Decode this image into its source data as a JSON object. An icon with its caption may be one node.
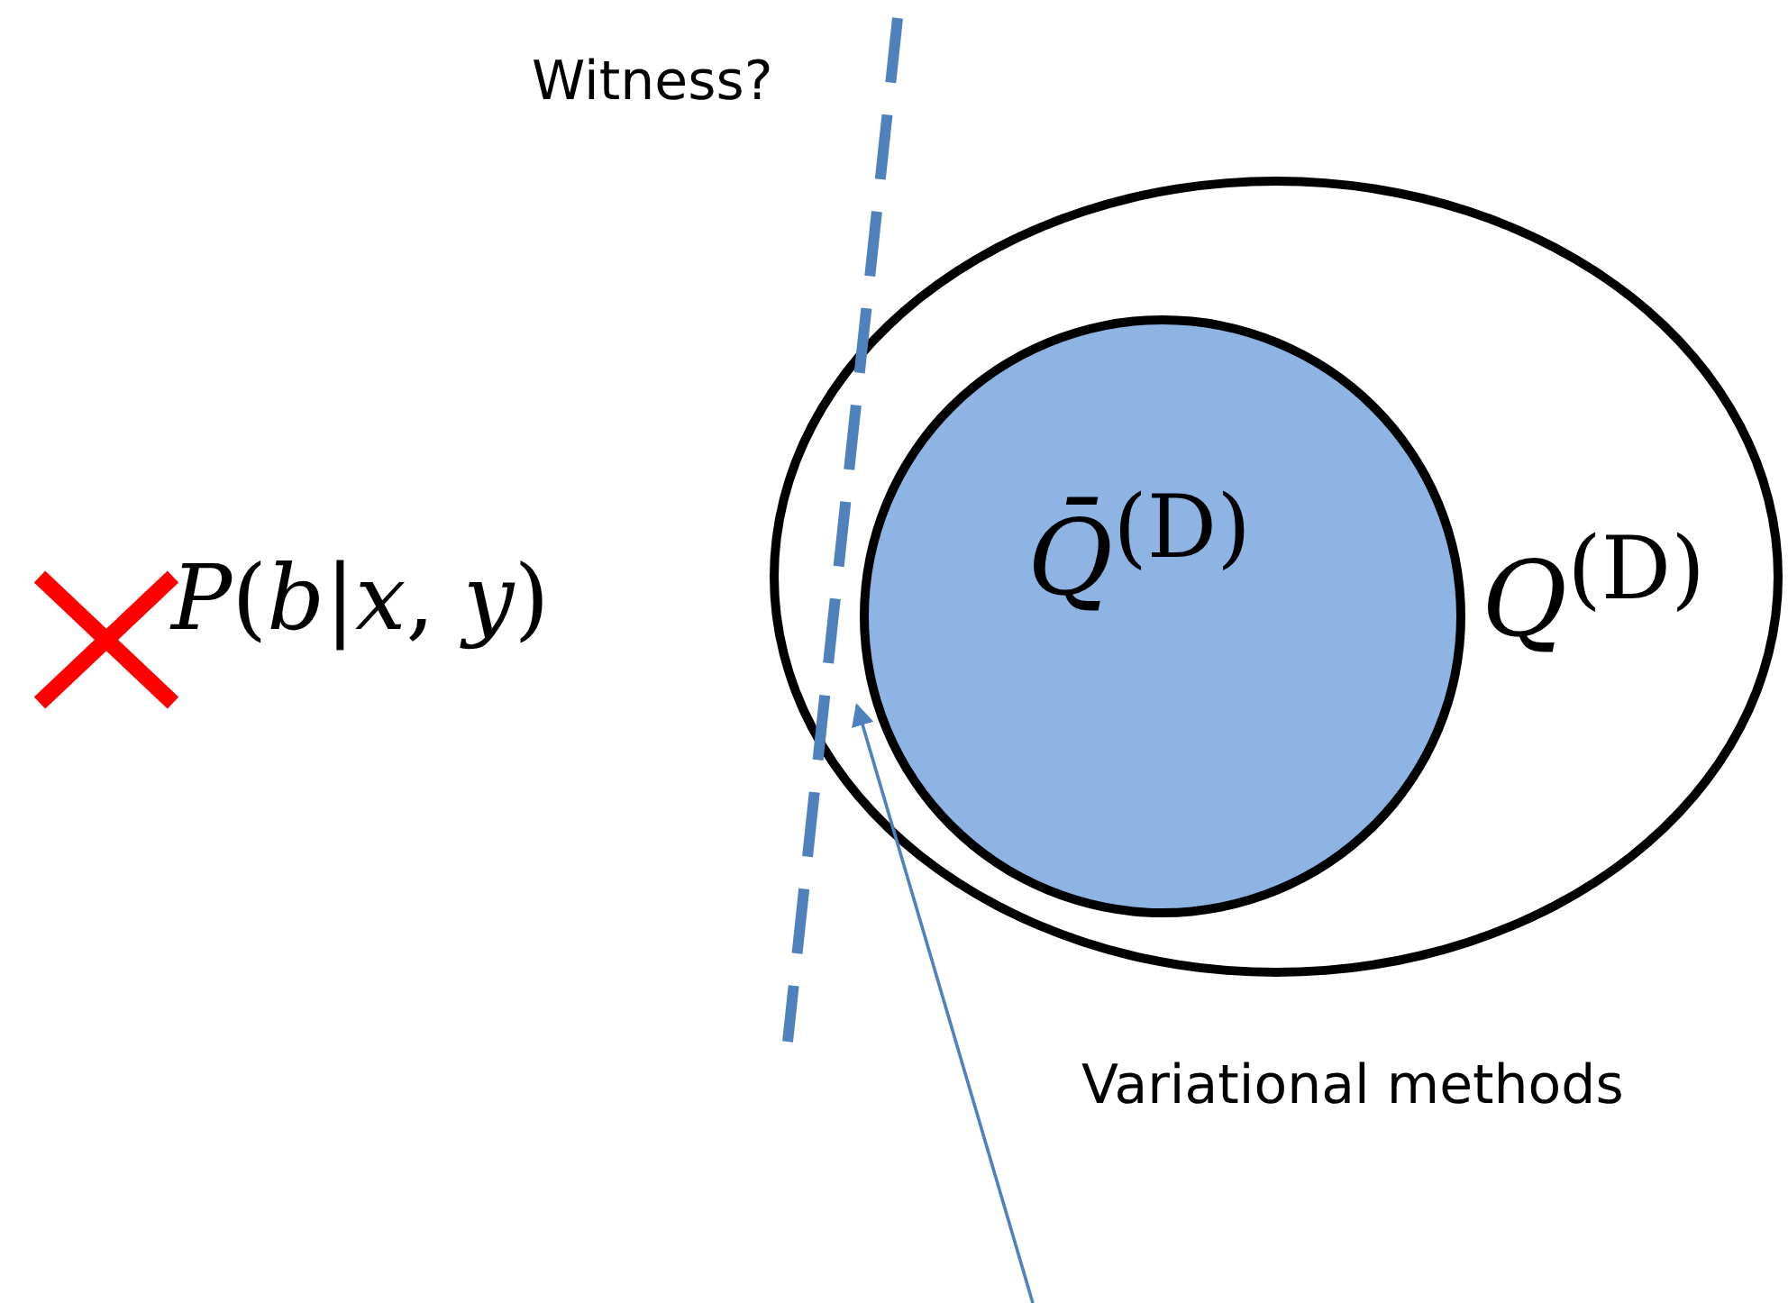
{
  "diagram": {
    "nodes": [
      {
        "text": [
          "*Q*$^{(D)}$"
        ]
      },
      {
        "text": [
          "*Q̄*$^{(D)}$"
        ],
        "in": 0
      }
    ],
    "edges": [
      {
        "from": null,
        "to": 1,
        "arrow": "to"
      }
    ],
    "labels": [
      "Witness?",
      "*P*(*b*|*x*, *y*)",
      "Variational methods"
    ]
  }
}
